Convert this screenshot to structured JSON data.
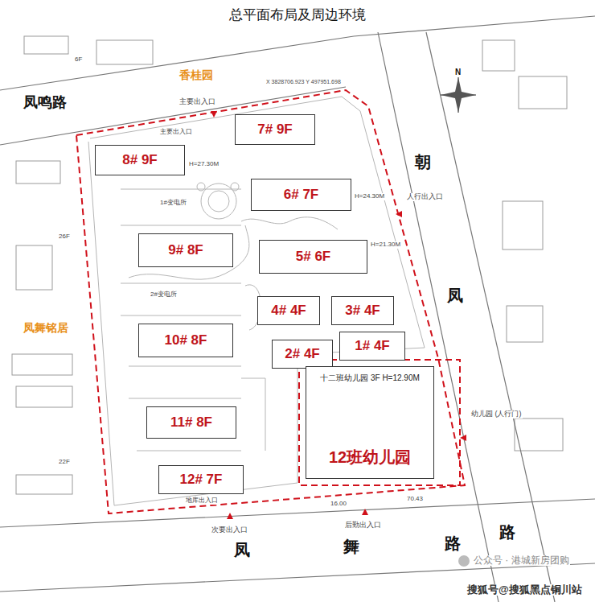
{
  "diagram": {
    "title": "总平面布局及周边环境",
    "nodes": [
      {
        "text": [
          "8# 9F"
        ]
      },
      {
        "text": [
          "7# 9F"
        ]
      },
      {
        "text": [
          "6# 7F"
        ]
      },
      {
        "text": [
          "9# 8F"
        ]
      },
      {
        "text": [
          "5# 6F"
        ]
      },
      {
        "text": [
          "4# 4F"
        ]
      },
      {
        "text": [
          "3# 4F"
        ]
      },
      {
        "text": [
          "10# 8F"
        ]
      },
      {
        "text": [
          "2# 4F"
        ]
      },
      {
        "text": [
          "1# 4F"
        ]
      },
      {
        "text": [
          "十二班幼儿园 3F H=12.90M",
          "12班幼儿园"
        ]
      },
      {
        "text": [
          "11# 8F"
        ]
      },
      {
        "text": [
          "12# 7F"
        ]
      }
    ],
    "labels": [
      "香桂园",
      "凤鸣路",
      "朝",
      "凤",
      "路",
      "凤",
      "舞",
      "路",
      "凤舞铭居",
      "主要出入口",
      "主要出入口",
      "人行出入口",
      "幼儿园 (人行门)",
      "次要出入口",
      "后勤出入口",
      "地库出入口",
      "1#变电所",
      "2#变电所",
      "H=27.30M",
      "H=24.30M",
      "H=21.30M",
      "N",
      "X 3828706.923 Y 497951.698",
      "6F",
      "26F",
      "22F",
      "70.43",
      "16.00",
      "公众号 · 港城新房团购",
      "搜狐号@搜狐黑点铜川站"
    ]
  }
}
